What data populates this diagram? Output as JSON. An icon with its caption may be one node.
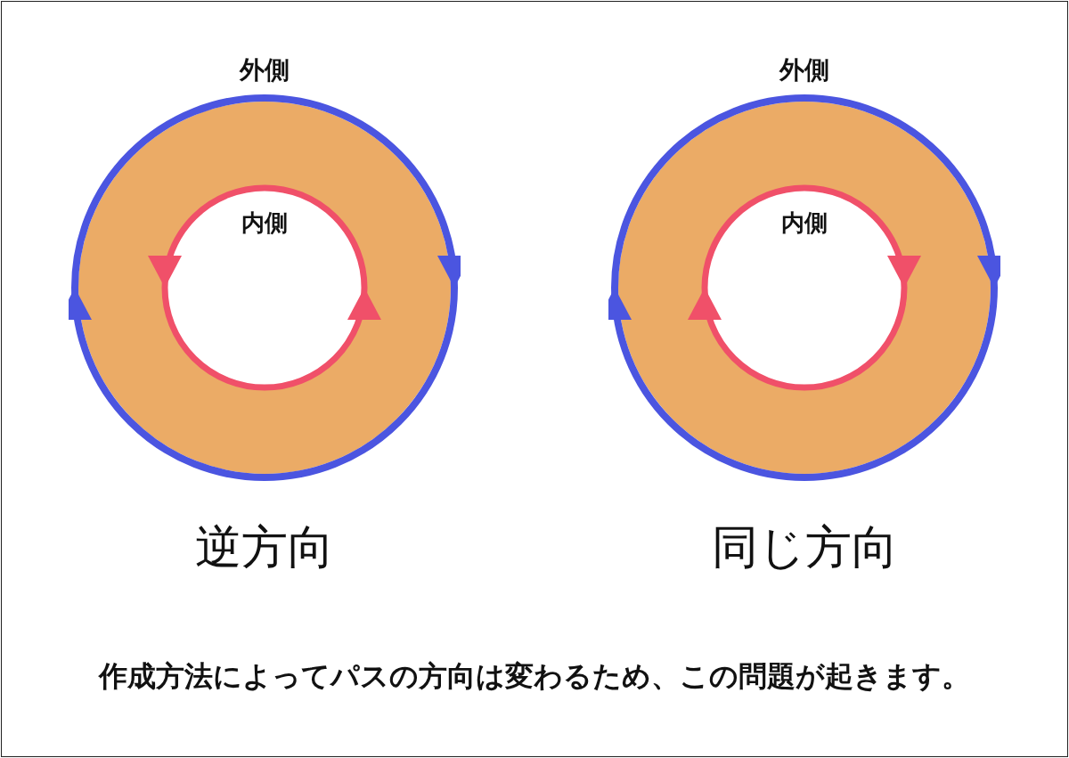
{
  "diagram": {
    "caption": "作成方法によってパスの方向は変わるため、この問題が起きます。",
    "nodes": [
      {
        "text": [
          "外側",
          "内側"
        ],
        "beside": [
          "逆方向"
        ]
      },
      {
        "text": [
          "外側",
          "内側"
        ],
        "beside": [
          "同じ方向"
        ]
      }
    ]
  }
}
